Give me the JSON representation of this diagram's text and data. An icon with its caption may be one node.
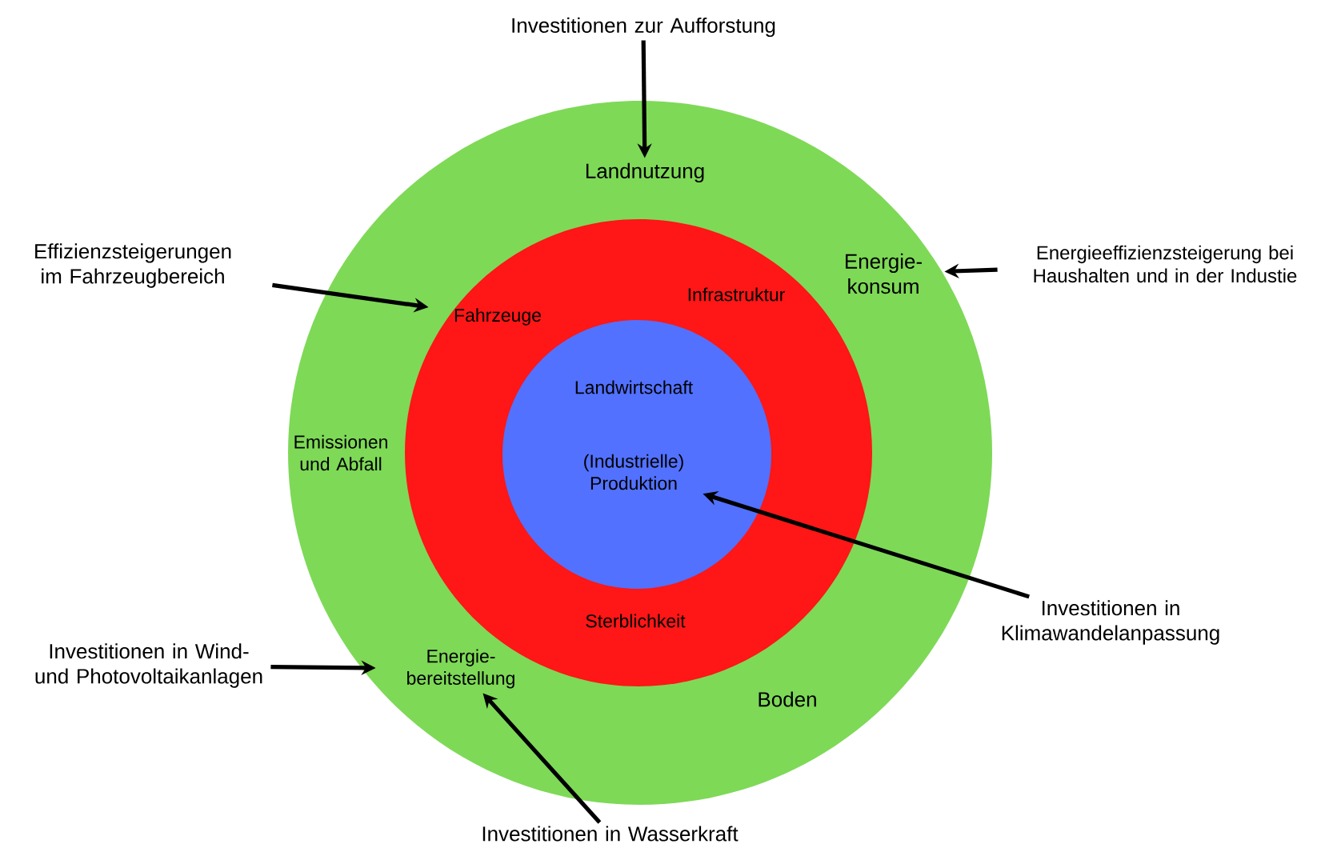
{
  "diagram": {
    "nodes": [
      {
        "text": [],
        "shape": "circle"
      },
      {
        "text": [],
        "shape": "circle",
        "in": 0
      },
      {
        "text": [],
        "shape": "circle",
        "in": 1
      },
      {
        "text": [
          "Landnutzung"
        ],
        "in": 0
      },
      {
        "text": [
          "Energie- konsum"
        ],
        "in": 0
      },
      {
        "text": [
          "Emissionen und Abfall"
        ],
        "in": 0
      },
      {
        "text": [
          "Energie- bereitstellung"
        ],
        "in": 0
      },
      {
        "text": [
          "Boden"
        ],
        "in": 0
      },
      {
        "text": [
          "Fahrzeuge"
        ],
        "in": 1
      },
      {
        "text": [
          "Infrastruktur"
        ],
        "in": 1
      },
      {
        "text": [
          "Sterblichkeit"
        ],
        "in": 1
      },
      {
        "text": [
          "Landwirtschaft"
        ],
        "in": 2
      },
      {
        "text": [
          "(Industrielle) Produktion"
        ],
        "in": 2
      },
      {
        "text": [
          "Investitionen zur Aufforstung"
        ]
      },
      {
        "text": [
          "Effizienzsteigerungen im Fahrzeugbereich"
        ]
      },
      {
        "text": [
          "Energieeffizienzsteigerung bei Haushalten und in der Industie"
        ]
      },
      {
        "text": [
          "Investitionen in Wind- und Photovoltaikanlagen"
        ]
      },
      {
        "text": [
          "Investitionen in Klimawandelanpassung"
        ]
      },
      {
        "text": [
          "Investitionen in Wasserkraft"
        ]
      }
    ],
    "edges": [
      {
        "from": 13,
        "to": 3,
        "arrow": "to"
      },
      {
        "from": 14,
        "to": 8,
        "arrow": "to"
      },
      {
        "from": 15,
        "to": 4,
        "arrow": "to"
      },
      {
        "from": 16,
        "to": 6,
        "arrow": "to"
      },
      {
        "from": 17,
        "to": 12,
        "arrow": "to"
      },
      {
        "from": 18,
        "to": 6,
        "arrow": "to"
      }
    ]
  }
}
